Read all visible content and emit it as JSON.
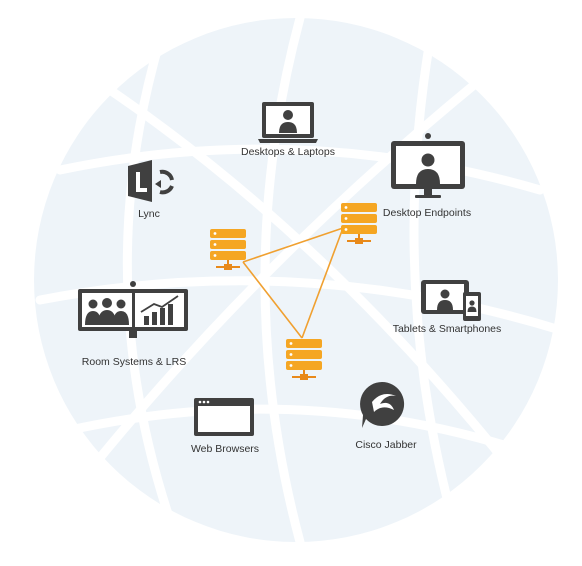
{
  "colors": {
    "icon": "#404040",
    "server": "#f5a623",
    "server_dark": "#e8891a",
    "link": "#f0a030",
    "globe": "#eef4f9",
    "globe_lines": "#ffffff"
  },
  "nodes": {
    "desktops": {
      "label": "Desktops & Laptops",
      "icon": "laptop-user-icon"
    },
    "desktop_endpoints": {
      "label": "Desktop Endpoints",
      "icon": "video-endpoint-icon"
    },
    "lync": {
      "label": "Lync",
      "icon": "lync-logo-icon"
    },
    "room_systems": {
      "label": "Room Systems & LRS",
      "icon": "room-system-icon"
    },
    "tablets": {
      "label": "Tablets & Smartphones",
      "icon": "tablet-phone-icon"
    },
    "web_browsers": {
      "label": "Web Browsers",
      "icon": "browser-window-icon"
    },
    "cisco_jabber": {
      "label": "Cisco Jabber",
      "icon": "jabber-logo-icon"
    }
  },
  "servers": [
    {
      "icon": "server-stack-icon"
    },
    {
      "icon": "server-stack-icon"
    },
    {
      "icon": "server-stack-icon"
    }
  ]
}
